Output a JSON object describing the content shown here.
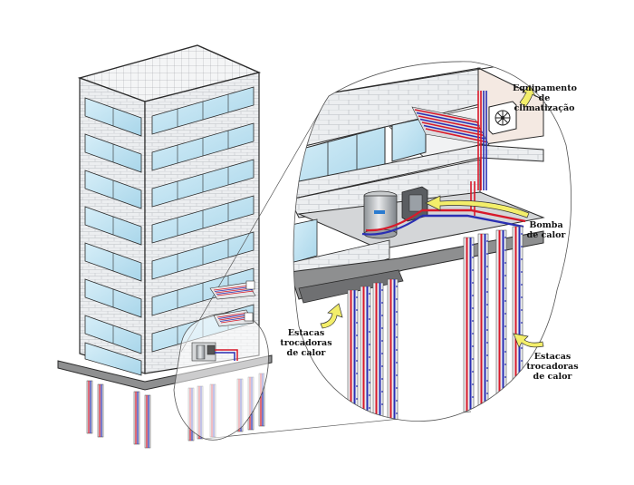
{
  "labels": {
    "equipment": [
      "Equipamento",
      "de",
      "climatização"
    ],
    "heat_pump": [
      "Bomba",
      "de calor"
    ],
    "piles_left": [
      "Estacas",
      "trocadoras",
      "de calor"
    ],
    "piles_right": [
      "Estacas",
      "trocadoras",
      "de calor"
    ]
  },
  "colors": {
    "glass": "#bfe3f2",
    "brick": "#e6e8ea",
    "outline": "#2b2b2b",
    "pipe_red": "#d8192a",
    "pipe_blue": "#2a2fb3",
    "arrow": "#f3ee6a",
    "slab": "#8e8f90"
  }
}
